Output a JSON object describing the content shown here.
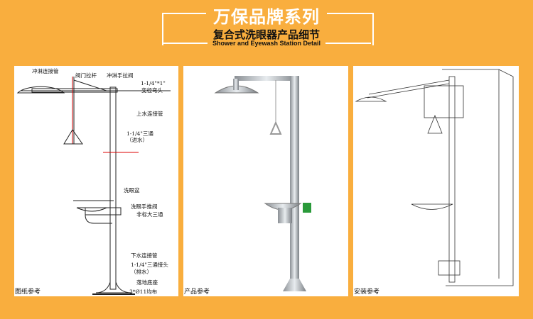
{
  "header": {
    "title": "万保品牌系列",
    "subtitle": "复合式洗眼器产品细节",
    "english": "Shower and Eyewash Station Detail"
  },
  "panels": [
    {
      "caption": "图纸参考",
      "labels": [
        "冲淋连接管",
        "阀门拉杆",
        "冲淋手拉阀",
        "1-1/4\"*1\"",
        "变径弯头",
        "上水连接管",
        "1-1/4\"三通",
        "（进水）",
        "洗眼盆",
        "洗眼手推阀",
        "非标大三通",
        "下水连接管",
        "1-1/4\"三通接头",
        "（排水）",
        "落地底座",
        "3*Ø11均布"
      ]
    },
    {
      "caption": "产品参考"
    },
    {
      "caption": "安装参考"
    }
  ]
}
